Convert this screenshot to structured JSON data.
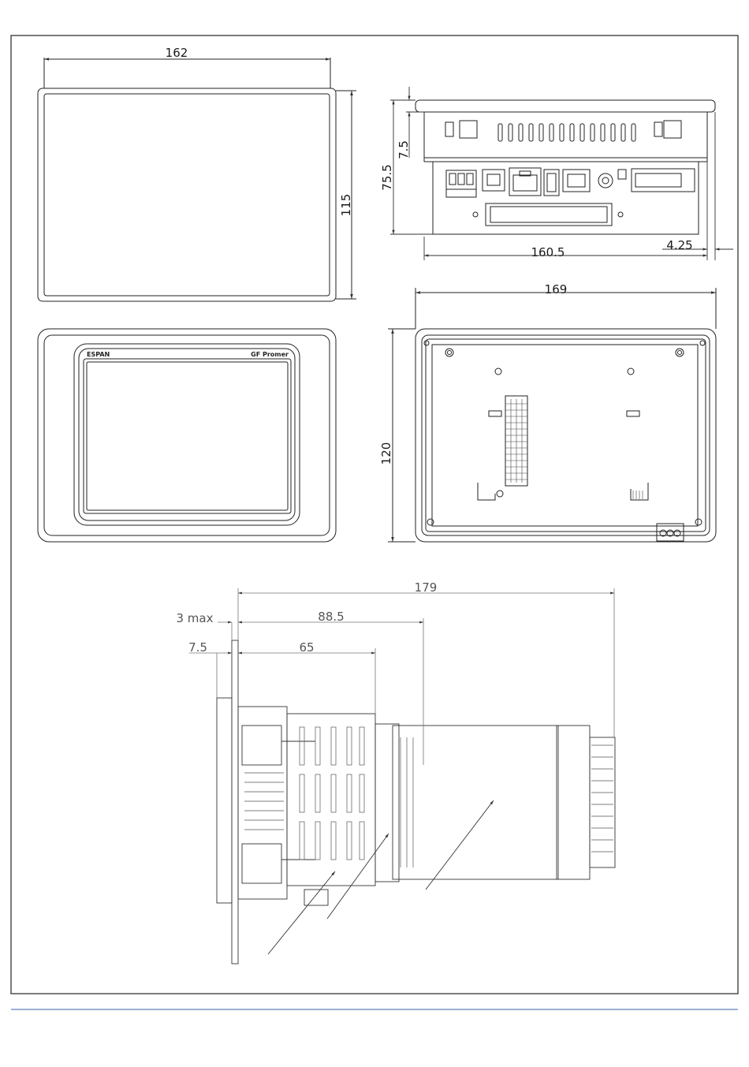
{
  "drawing": {
    "dimensions": {
      "front_width": "162",
      "front_height": "115",
      "top_offset": "7.5",
      "top_depth": "75.5",
      "top_width": "160.5",
      "top_side": "4.25",
      "rear_width": "169",
      "rear_height": "120",
      "side_total": "179",
      "side_clearance": "3 max",
      "side_mid": "88.5",
      "side_panel": "7.5",
      "side_body": "65"
    },
    "front_panel": {
      "brand": "ESPAN",
      "model": "GF Promer"
    }
  },
  "footer": {
    "rule_color": "#3b5fa8"
  }
}
